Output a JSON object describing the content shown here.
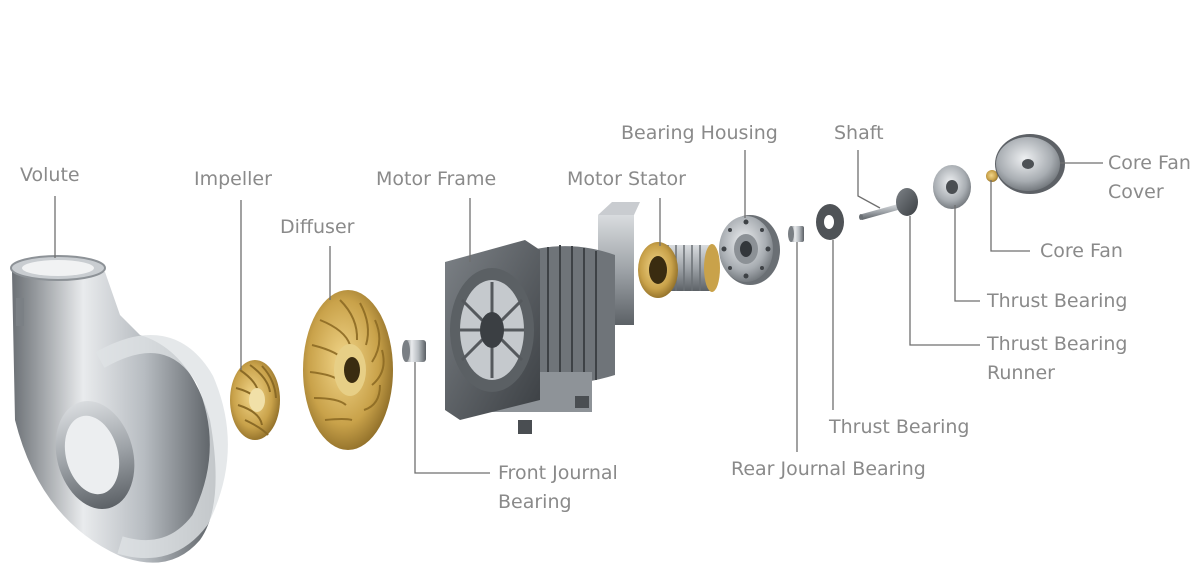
{
  "diagram": {
    "labels": {
      "volute": "Volute",
      "impeller": "Impeller",
      "diffuser": "Diffuser",
      "motor_frame": "Motor Frame",
      "motor_stator": "Motor Stator",
      "bearing_housing": "Bearing Housing",
      "shaft": "Shaft",
      "core_fan_cover_1": "Core Fan",
      "core_fan_cover_2": "Cover",
      "core_fan": "Core Fan",
      "thrust_bearing_a": "Thrust Bearing",
      "thrust_bearing_runner_1": "Thrust Bearing",
      "thrust_bearing_runner_2": "Runner",
      "thrust_bearing_b": "Thrust Bearing",
      "rear_journal_bearing": "Rear Journal Bearing",
      "front_journal_bearing_1": "Front Journal",
      "front_journal_bearing_2": "Bearing"
    },
    "colors": {
      "label_text": "#8a8a8a",
      "leader_line": "#6f6f6f",
      "steel_light": "#e6e8ea",
      "steel_mid": "#a9aeb3",
      "steel_dark": "#54595e",
      "bronze": "#c9a24a",
      "bronze_dark": "#7a5b1c"
    }
  }
}
